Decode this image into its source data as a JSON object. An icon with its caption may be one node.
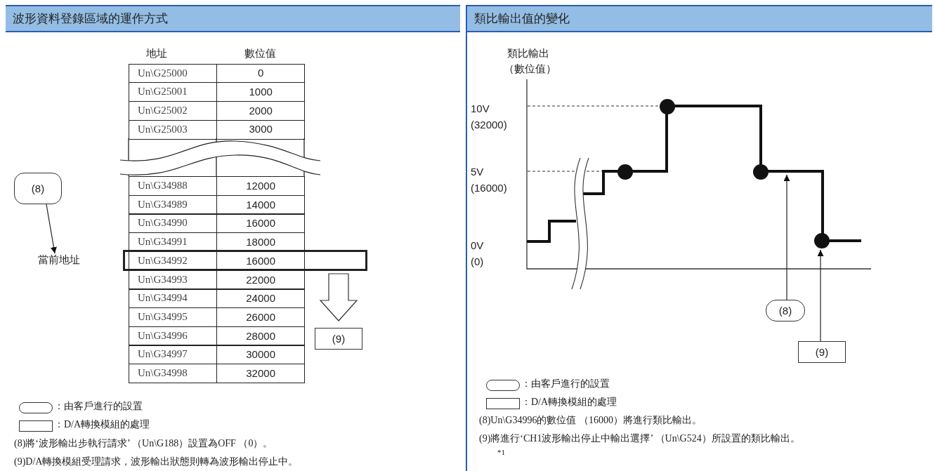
{
  "diagram": {
    "nodes": [
      {
        "text": [
          "波形資料登錄區域的運作方式"
        ]
      },
      {
        "text": [
          "類比輸出值的變化"
        ]
      },
      {
        "text": [
          "(8)"
        ],
        "in": 0
      },
      {
        "text": [
          "當前地址"
        ],
        "in": 0
      },
      {
        "text": [
          "(9)"
        ],
        "in": 0
      },
      {
        "text": [
          "(8)"
        ],
        "in": 1
      },
      {
        "text": [
          "(9)"
        ],
        "in": 1
      }
    ],
    "edges": [
      {
        "from": 2,
        "to": 3,
        "arrow": "to"
      },
      {
        "from": 5,
        "to": null,
        "arrow": "to"
      },
      {
        "from": 6,
        "to": null,
        "arrow": "to"
      }
    ],
    "labels": [
      "地址",
      "數位值",
      "Un\\G25000",
      "0",
      "Un\\G25001",
      "1000",
      "Un\\G25002",
      "2000",
      "Un\\G25003",
      "3000",
      "Un\\G34988",
      "12000",
      "Un\\G34989",
      "14000",
      "Un\\G34990",
      "16000",
      "Un\\G34991",
      "18000",
      "Un\\G34992",
      "16000",
      "Un\\G34993",
      "22000",
      "Un\\G34994",
      "24000",
      "Un\\G34995",
      "26000",
      "Un\\G34996",
      "28000",
      "Un\\G34997",
      "30000",
      "Un\\G34998",
      "32000",
      "(8)將‘波形輸出步執行請求’ （Un\\G188）設置為OFF （0）。",
      "(9)D/A轉換模組受理請求，波形輸出狀態則轉為波形輸出停止中。",
      "類比輸出",
      "（數位值）",
      "10V (32000)",
      "5V (16000)",
      "0V (0)",
      "(8)Un\\G34996的數位值 （16000）將進行類比輸出。",
      "(9)將進行‘CH1波形輸出停止中輸出選擇’ （Un\\G524）所設置的類比輸出。",
      "*1"
    ],
    "legend": [
      {
        "text": "：由客戶進行的設置"
      },
      {
        "text": "：D/A轉換模組的處理"
      },
      {
        "text": "：由客戶進行的設置"
      },
      {
        "text": "：D/A轉換模組的處理"
      }
    ]
  }
}
